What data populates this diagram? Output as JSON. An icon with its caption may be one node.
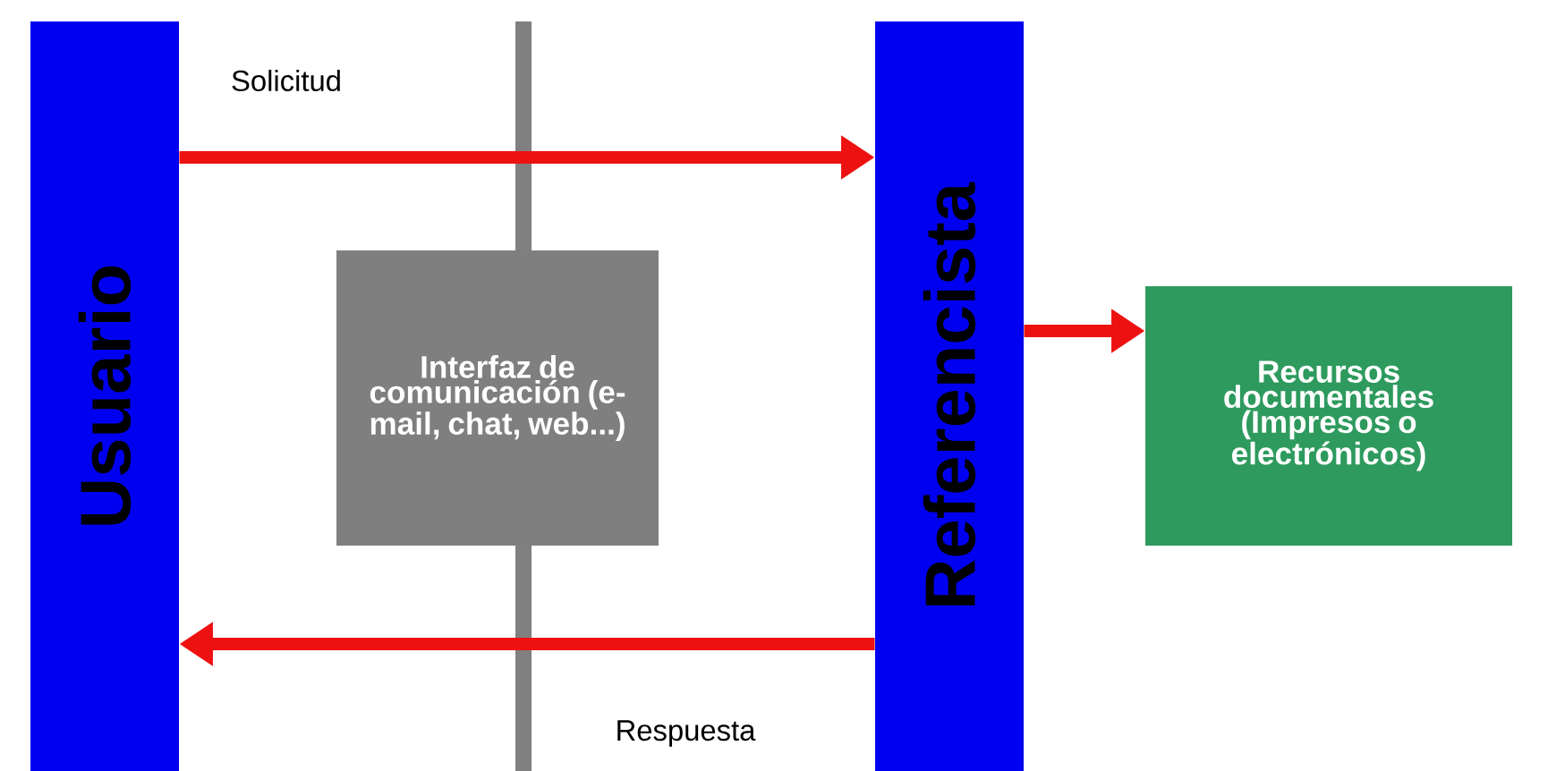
{
  "diagram": {
    "nodes": [
      {
        "text": [
          "Usuario"
        ]
      },
      {
        "text": [
          "Referencista"
        ]
      },
      {
        "text": [
          "Interfaz de comunicación (e-mail, chat, web...)"
        ]
      },
      {
        "text": [
          "Recursos documentales (Impresos o electrónicos)"
        ]
      }
    ],
    "edges": [
      {
        "from": 0,
        "to": 1,
        "arrow": "to",
        "label": "Solicitud"
      },
      {
        "from": 1,
        "to": 0,
        "arrow": "to",
        "label": "Respuesta"
      },
      {
        "from": 1,
        "to": 3,
        "arrow": "to"
      }
    ]
  }
}
